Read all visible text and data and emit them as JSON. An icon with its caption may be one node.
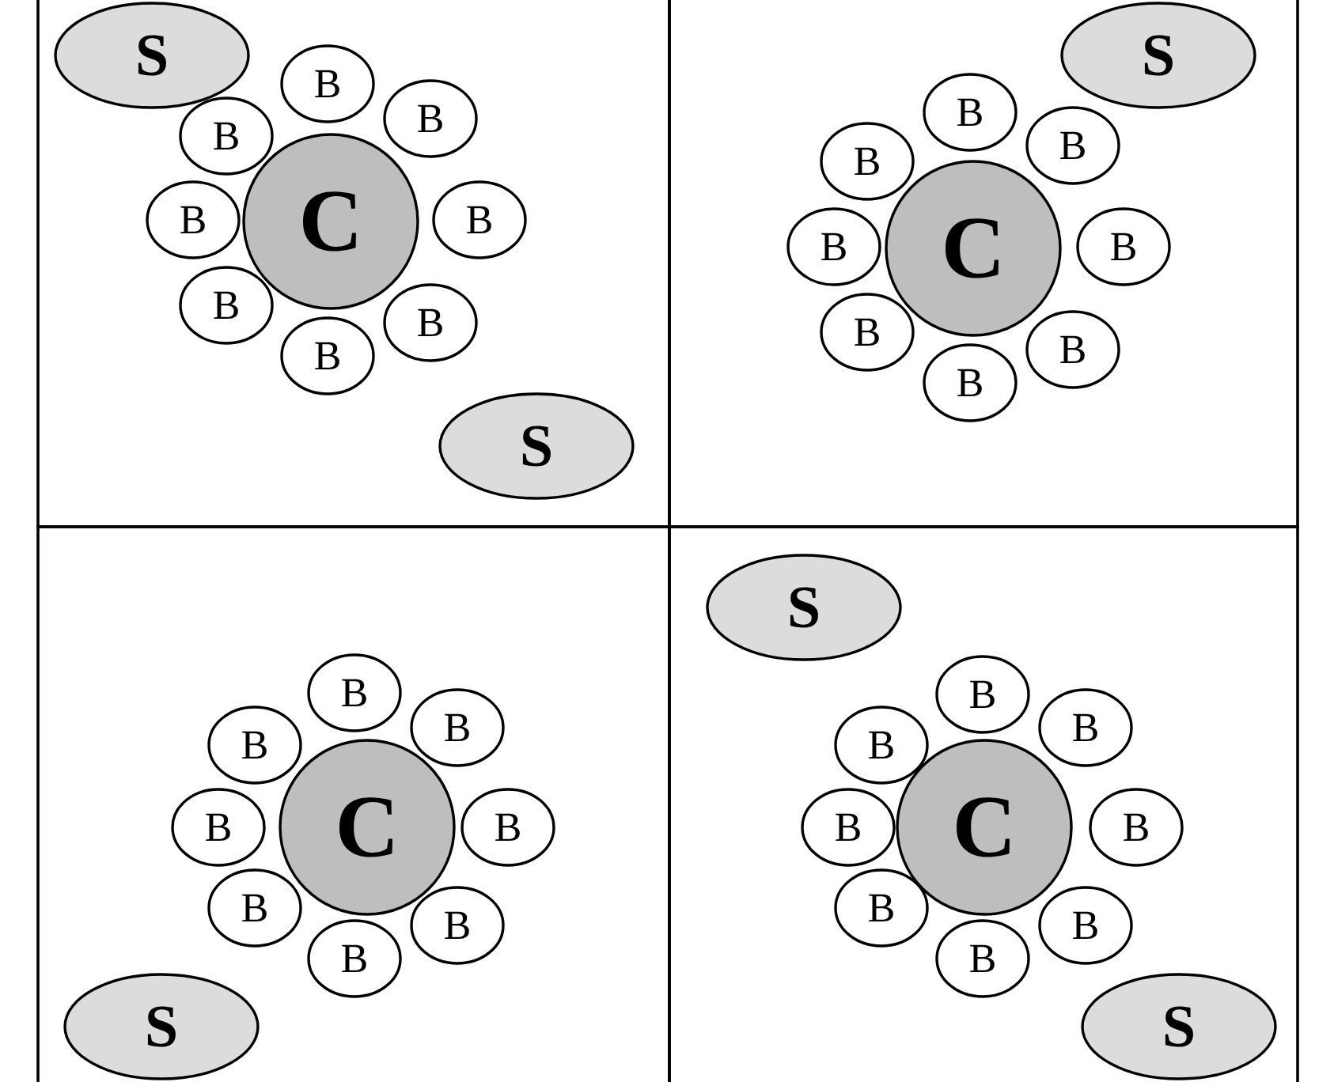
{
  "diagram": {
    "nodes": [
      {
        "text": [],
        "shape": "box"
      },
      {
        "text": [
          "S"
        ],
        "in": 0
      },
      {
        "text": [
          "C"
        ],
        "in": 0
      },
      {
        "text": [
          "B"
        ],
        "in": 0
      },
      {
        "text": [
          "B"
        ],
        "in": 0
      },
      {
        "text": [
          "B"
        ],
        "in": 0
      },
      {
        "text": [
          "B"
        ],
        "in": 0
      },
      {
        "text": [
          "B"
        ],
        "in": 0
      },
      {
        "text": [
          "B"
        ],
        "in": 0
      },
      {
        "text": [
          "B"
        ],
        "in": 0
      },
      {
        "text": [
          "B"
        ],
        "in": 0
      },
      {
        "text": [
          "S"
        ],
        "in": 0
      },
      {
        "text": [],
        "shape": "box"
      },
      {
        "text": [
          "S"
        ],
        "in": 12
      },
      {
        "text": [
          "C"
        ],
        "in": 12
      },
      {
        "text": [
          "B"
        ],
        "in": 12
      },
      {
        "text": [
          "B"
        ],
        "in": 12
      },
      {
        "text": [
          "B"
        ],
        "in": 12
      },
      {
        "text": [
          "B"
        ],
        "in": 12
      },
      {
        "text": [
          "B"
        ],
        "in": 12
      },
      {
        "text": [
          "B"
        ],
        "in": 12
      },
      {
        "text": [
          "B"
        ],
        "in": 12
      },
      {
        "text": [
          "B"
        ],
        "in": 12
      },
      {
        "text": [],
        "shape": "box"
      },
      {
        "text": [
          "C"
        ],
        "in": 23
      },
      {
        "text": [
          "B"
        ],
        "in": 23
      },
      {
        "text": [
          "B"
        ],
        "in": 23
      },
      {
        "text": [
          "B"
        ],
        "in": 23
      },
      {
        "text": [
          "B"
        ],
        "in": 23
      },
      {
        "text": [
          "B"
        ],
        "in": 23
      },
      {
        "text": [
          "B"
        ],
        "in": 23
      },
      {
        "text": [
          "B"
        ],
        "in": 23
      },
      {
        "text": [
          "B"
        ],
        "in": 23
      },
      {
        "text": [
          "S"
        ],
        "in": 23
      },
      {
        "text": [],
        "shape": "box"
      },
      {
        "text": [
          "S"
        ],
        "in": 34
      },
      {
        "text": [
          "C"
        ],
        "in": 34
      },
      {
        "text": [
          "B"
        ],
        "in": 34
      },
      {
        "text": [
          "B"
        ],
        "in": 34
      },
      {
        "text": [
          "B"
        ],
        "in": 34
      },
      {
        "text": [
          "B"
        ],
        "in": 34
      },
      {
        "text": [
          "B"
        ],
        "in": 34
      },
      {
        "text": [
          "B"
        ],
        "in": 34
      },
      {
        "text": [
          "B"
        ],
        "in": 34
      },
      {
        "text": [
          "B"
        ],
        "in": 34
      },
      {
        "text": [
          "S"
        ],
        "in": 34
      }
    ]
  }
}
